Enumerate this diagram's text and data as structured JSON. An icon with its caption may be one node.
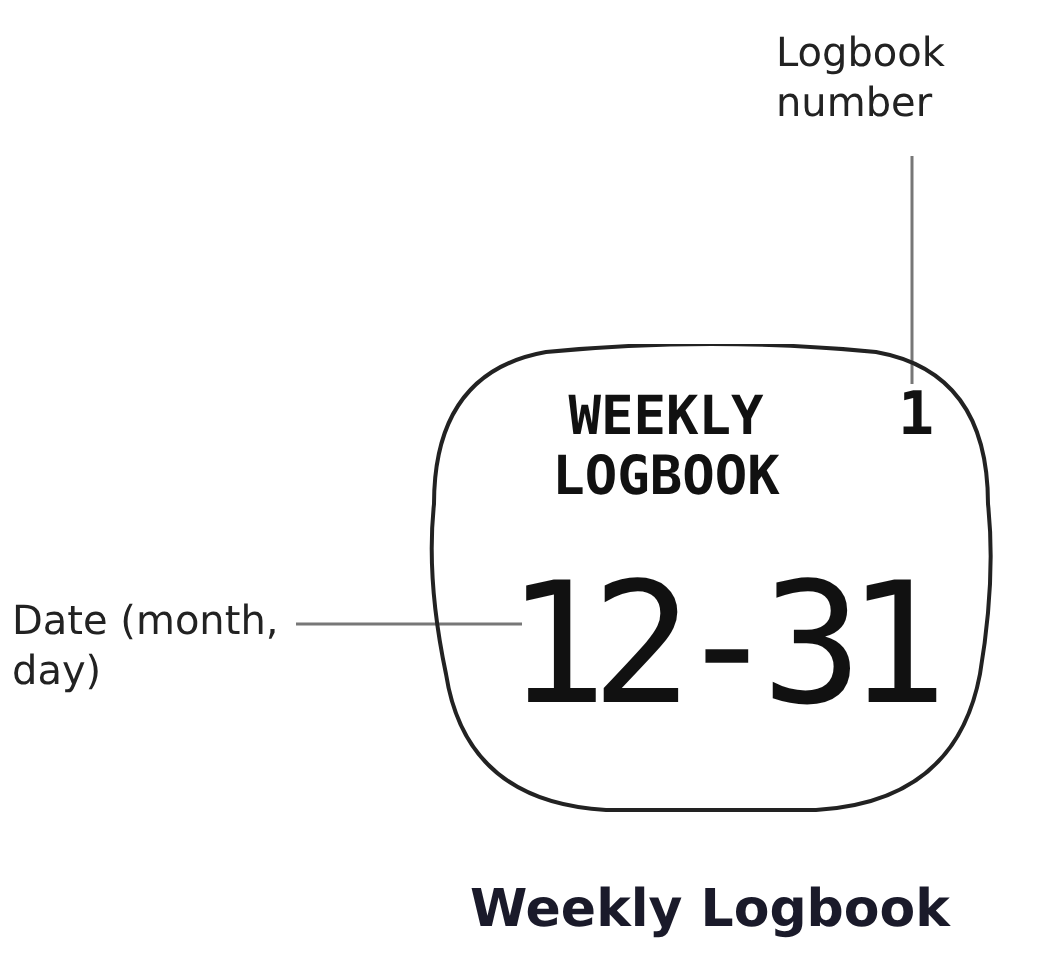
{
  "diagram": {
    "caption": "Weekly Logbook",
    "nodes": [
      {
        "text": [
          "WEEKLY LOGBOOK"
        ]
      },
      {
        "text": [
          "1"
        ],
        "in": 0
      },
      {
        "text": [
          "12-31"
        ],
        "in": 0
      },
      {
        "text": [
          "Logbook number"
        ]
      },
      {
        "text": [
          "Date (month, day)"
        ]
      }
    ],
    "edges": [
      {
        "from": 3,
        "to": 1,
        "arrow": "none"
      },
      {
        "from": 4,
        "to": 2,
        "arrow": "none"
      }
    ]
  }
}
